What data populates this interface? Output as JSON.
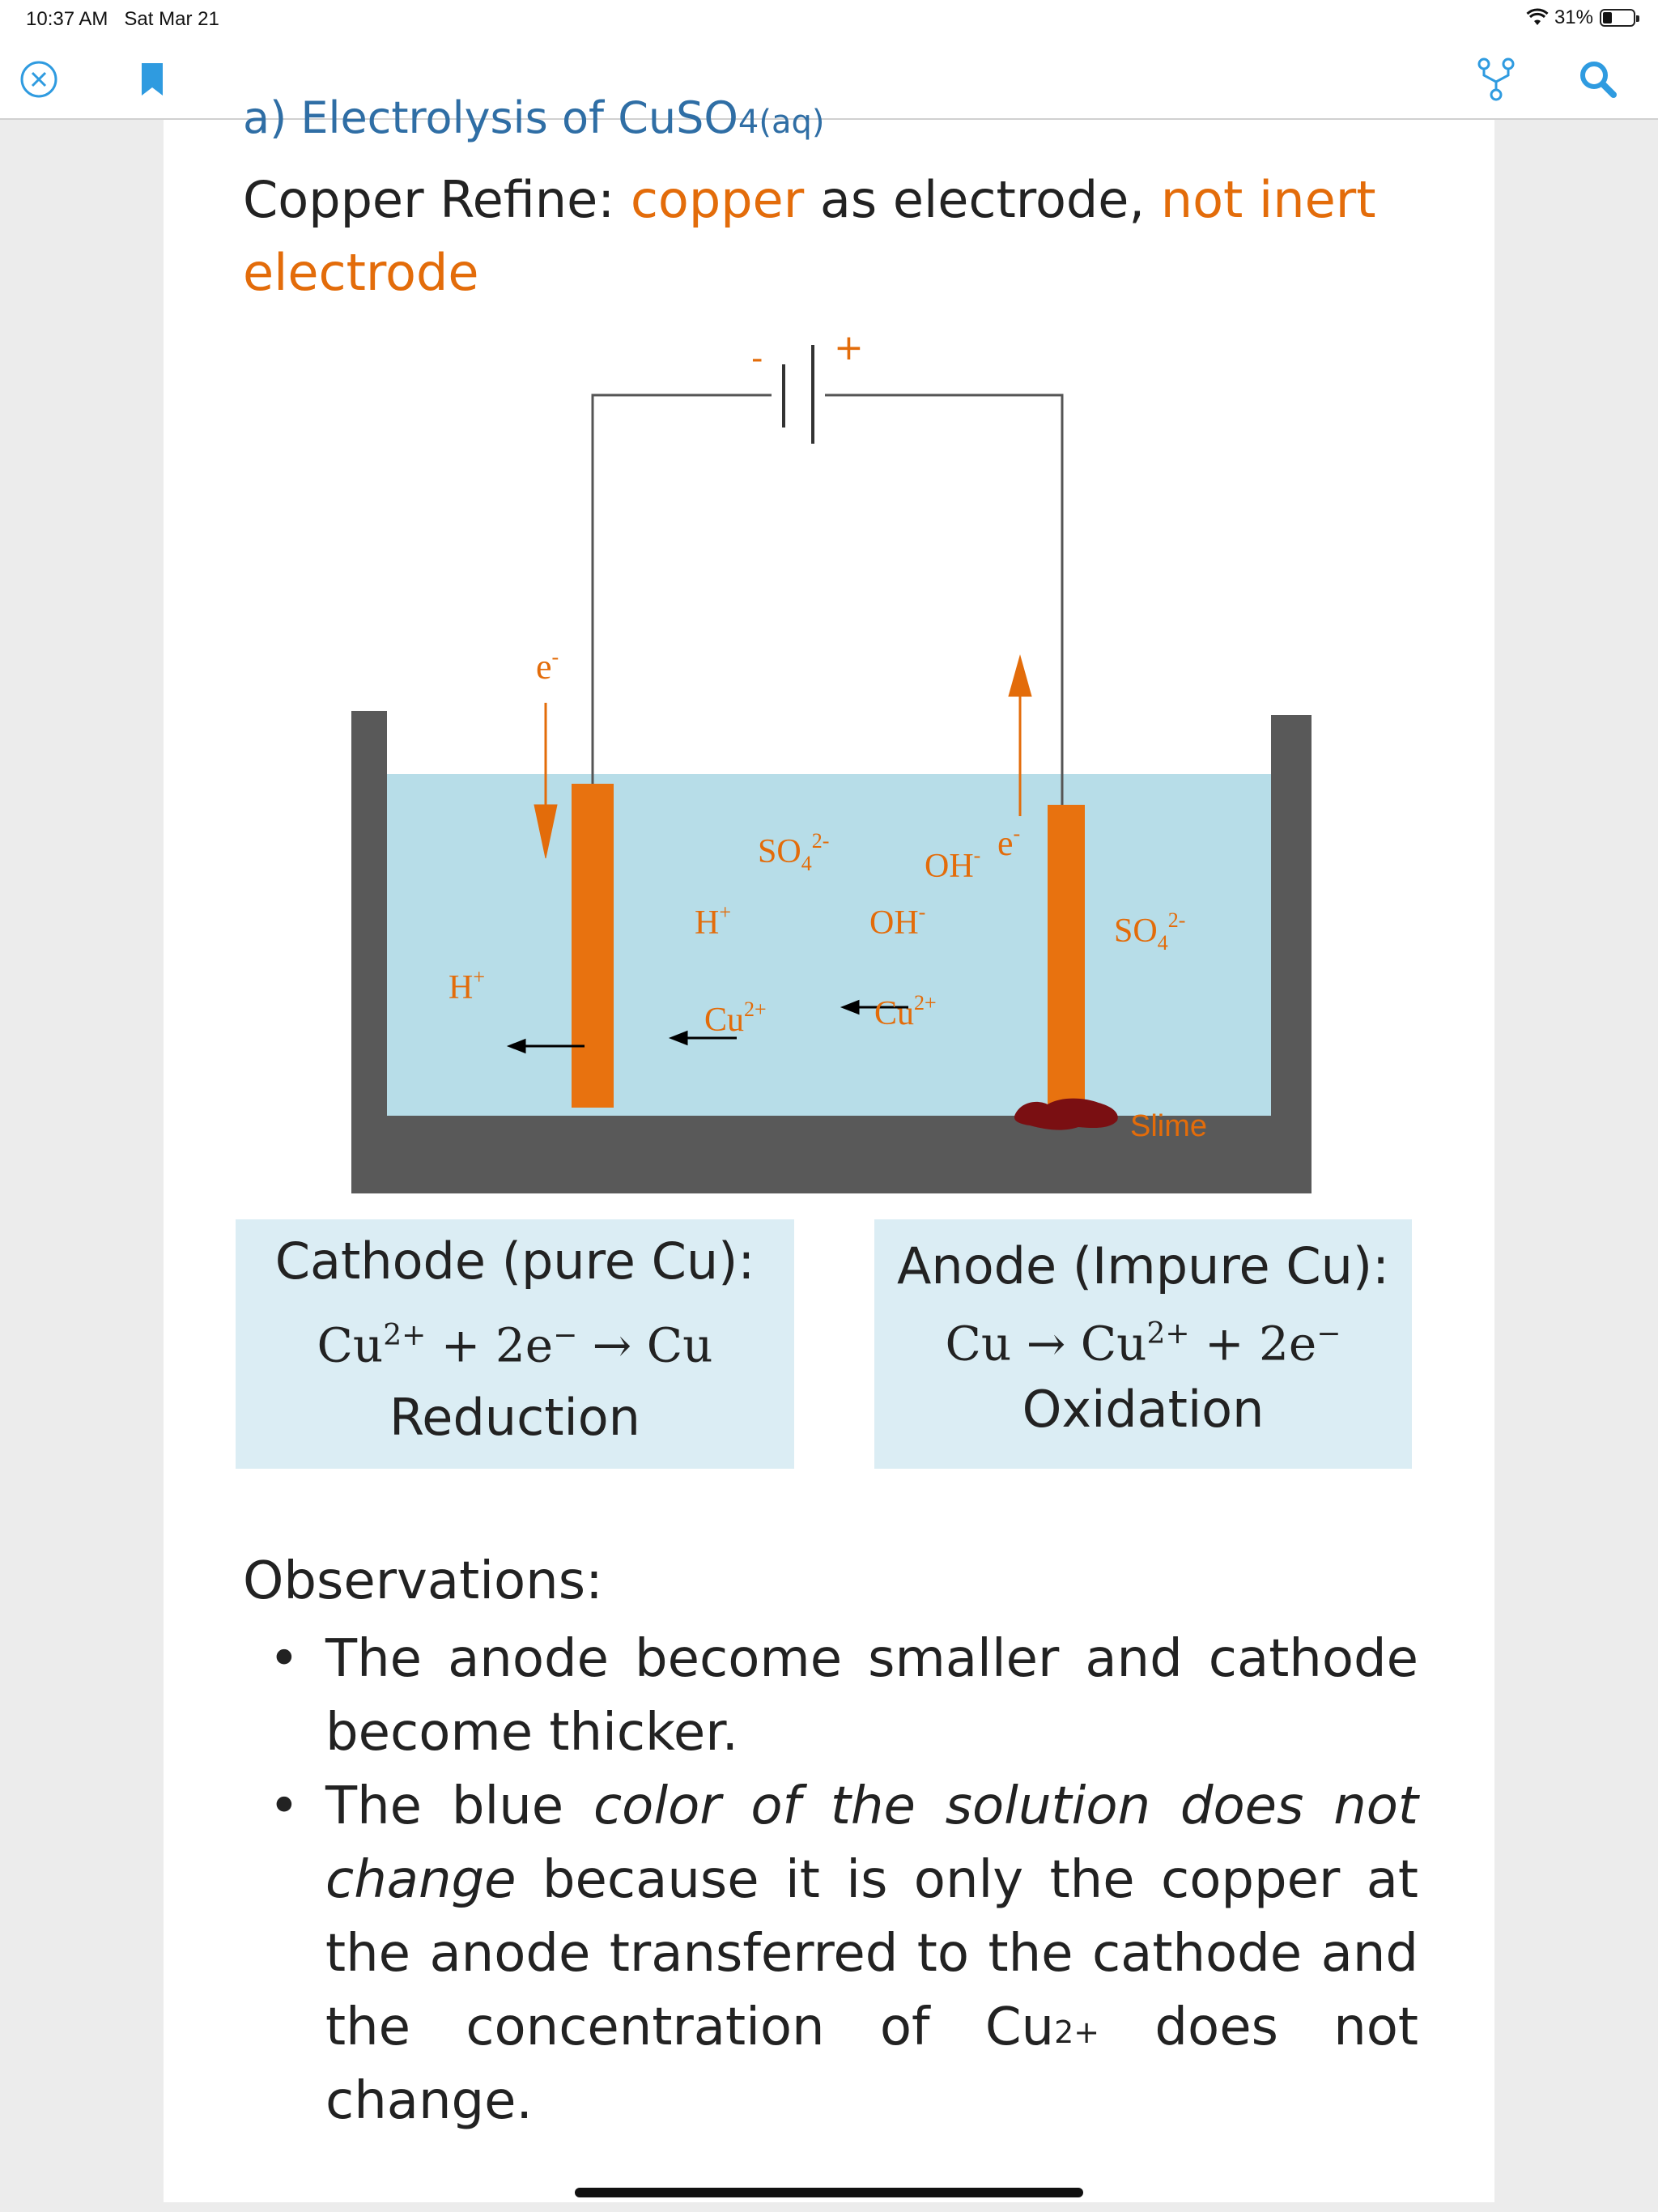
{
  "status_bar": {
    "time": "10:37 AM",
    "date": "Sat Mar 21",
    "battery": "31%",
    "battery_level": 0.31
  },
  "toolbar": {
    "close_icon": "close-icon",
    "bookmark_icon": "bookmark-icon",
    "share_icon": "share-icon",
    "search_icon": "search-icon"
  },
  "document": {
    "heading_cut": "a)  Electrolysis of CuSO",
    "heading_cut_sub": "4(aq)",
    "title": {
      "part1": "Copper Refine: ",
      "part2": "copper",
      "part3": " as electrode, ",
      "part4": "not inert electrode"
    },
    "diagram": {
      "battery_neg": "-",
      "battery_pos": "+",
      "electron_left": "e",
      "electron_right": "e",
      "electron_sup": "-",
      "ions": {
        "so4_a": "SO",
        "so4_b": "SO",
        "oh_a": "OH",
        "oh_b": "OH",
        "h_a": "H",
        "h_b": "H",
        "cu_a": "Cu",
        "cu_b": "Cu"
      },
      "slime": "Slime"
    },
    "cathode": {
      "title": "Cathode (pure Cu):",
      "eq_left": "Cu",
      "eq_charge": "2+",
      "eq_mid": " + 2e",
      "eq_e_charge": "−",
      "eq_right": " → Cu",
      "type": "Reduction"
    },
    "anode": {
      "title": "Anode (Impure Cu):",
      "eq_left": "Cu → Cu",
      "eq_charge": "2+",
      "eq_mid": " + 2e",
      "eq_e_charge": "−",
      "type": "Oxidation"
    },
    "observations": {
      "title": "Observations:",
      "b1": "The anode become smaller and cathode become thicker.",
      "b2_a": "The blue ",
      "b2_b": "color of the solution does not change",
      "b2_c": " because it is only the copper at the anode transferred to the cathode and the concentration of Cu",
      "b2_sup": "2+",
      "b2_d": " does not change."
    }
  }
}
